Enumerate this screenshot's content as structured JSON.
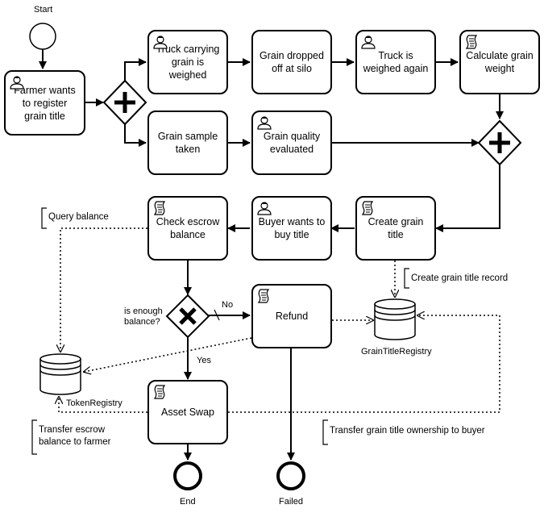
{
  "events": {
    "start": "Start",
    "end": "End",
    "failed": "Failed"
  },
  "tasks": {
    "farmer_register": "Farmer wants to register grain title",
    "truck_weighed": "Truck carrying grain is weighed",
    "grain_dropped": "Grain dropped off at silo",
    "truck_weighed_again": "Truck is weighed again",
    "calculate_weight": "Calculate grain weight",
    "grain_sample": "Grain sample taken",
    "grain_quality": "Grain quality evaluated",
    "create_title": "Create grain title",
    "buyer_wants": "Buyer wants to buy title",
    "check_escrow": "Check escrow balance",
    "refund": "Refund",
    "asset_swap": "Asset Swap"
  },
  "gateway": {
    "question": "is enough balance?",
    "no": "No",
    "yes": "Yes"
  },
  "annotations": {
    "query_balance": "Query balance",
    "create_record": "Create grain title record",
    "transfer_escrow": "Transfer escrow balance to farmer",
    "transfer_ownership": "Transfer grain title ownership to buyer"
  },
  "datastores": {
    "grain_registry": "GrainTitleRegistry",
    "token_registry": "TokenRegistry"
  },
  "icons": {
    "user_task": "user-icon",
    "script_task": "script-icon",
    "parallel_gateway": "plus-icon",
    "exclusive_gateway": "x-icon",
    "data_store": "database-icon"
  }
}
